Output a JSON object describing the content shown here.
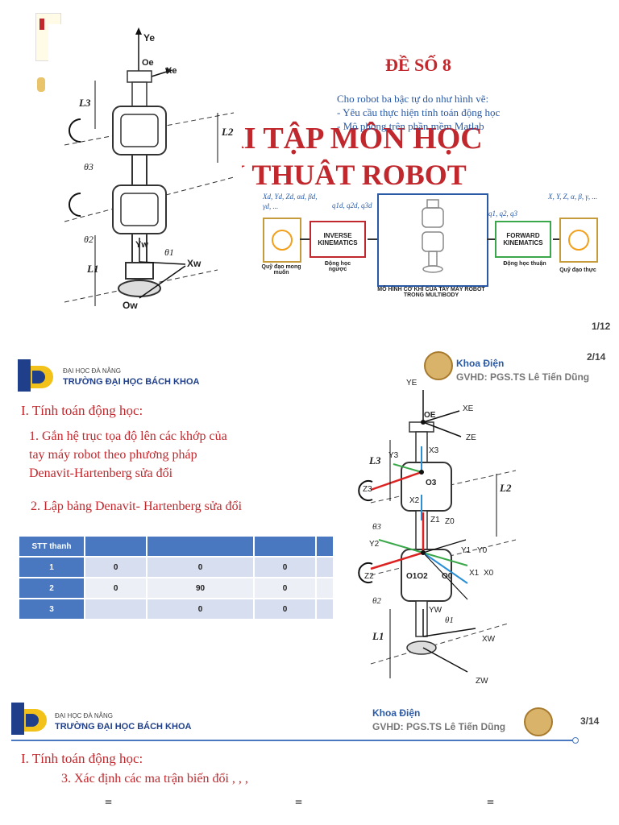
{
  "slide1": {
    "title": "ĐỀ SỐ 8",
    "desc_line1": "Cho robot ba bậc tự do như hình vẽ:",
    "desc_line2": "- Yêu cầu thực hiện tính toán động học",
    "desc_line3": "- Mô phỏng trên phần mềm Matlab",
    "bg_title1": "BÀI TẬP MÔN HỌC",
    "bg_title2": "KỸ THUẬT ROBOT",
    "page": "1/12",
    "robot_labels": {
      "ye": "Ye",
      "oe": "Oe",
      "xe": "Xe",
      "l3": "L3",
      "l2": "L2",
      "l1": "L1",
      "theta3": "θ3",
      "theta2": "θ2",
      "theta1": "θ1",
      "yw": "Yw",
      "xw": "Xw",
      "ow": "Ow"
    },
    "flow": {
      "in_vars": "Xd, Yd, Zd, αd, βd, γd, ...",
      "q_d": "q1d, q2d, q3d",
      "q": "q1, q2, q3",
      "out_vars": "X, Y, Z, α, β, γ, ...",
      "ik": "INVERSE KINEMATICS",
      "fk": "FORWARD KINEMATICS",
      "cap_desired": "Quỹ đạo mong muốn",
      "cap_ik": "Động học ngược",
      "cap_model": "MÔ HÌNH CƠ KHÍ CỦA TAY MÁY ROBOT TRONG MULTIBODY",
      "cap_fk": "Động học thuận",
      "cap_actual": "Quỹ đạo thực"
    }
  },
  "slide2": {
    "uni_small": "ĐẠI HỌC ĐÀ NẴNG",
    "uni_big": "TRƯỜNG ĐẠI HỌC BÁCH KHOA",
    "dept": "Khoa Điện",
    "advisor": "GVHD: PGS.TS Lê Tiến Dũng",
    "page": "2/14",
    "heading": "I. Tính toán động học:",
    "item1_l1": "1. Gắn hệ trục tọa độ lên các khớp của",
    "item1_l2": "tay máy robot theo phương pháp",
    "item1_l3": "Denavit-Hartenberg sửa đổi",
    "item2": "2. Lập bảng Denavit- Hartenberg sửa đổi",
    "table": {
      "headers": [
        "STT thanh",
        "",
        "",
        "",
        ""
      ],
      "rows": [
        [
          "1",
          "0",
          "0",
          "0",
          ""
        ],
        [
          "2",
          "0",
          "90",
          "0",
          ""
        ],
        [
          "3",
          "",
          "0",
          "0",
          ""
        ]
      ]
    },
    "frame_labels": {
      "ye": "YE",
      "oe": "OE",
      "xe": "XE",
      "ze": "ZE",
      "x3": "X3",
      "l3": "L3",
      "y3": "Y3",
      "z3": "Z3",
      "o3": "O3",
      "l2": "L2",
      "x2": "X2",
      "z1": "Z1",
      "z0": "Z0",
      "theta3": "θ3",
      "y2": "Y2",
      "y1": "Y1",
      "y0": "Y0",
      "z2": "Z2",
      "o1o2": "O1O2",
      "o0": "O0",
      "x1": "X1",
      "x0": "X0",
      "theta2": "θ2",
      "yw": "YW",
      "theta1": "θ1",
      "l1": "L1",
      "xw": "XW",
      "zw": "ZW"
    }
  },
  "slide3": {
    "uni_small": "ĐẠI HỌC ĐÀ NẴNG",
    "uni_big": "TRƯỜNG ĐẠI HỌC BÁCH KHOA",
    "dept": "Khoa Điện",
    "advisor": "GVHD: PGS.TS Lê Tiến Dũng",
    "page": "3/14",
    "heading": "I. Tính toán động học:",
    "item3": "3. Xác định các ma trận biến đổi  , , ,",
    "eq": "="
  },
  "colors": {
    "red": "#c0282d",
    "blue": "#2a5aa6",
    "table_header": "#4a78c0",
    "logo_blue": "#1f3f8a",
    "logo_yellow": "#f2c21b"
  }
}
